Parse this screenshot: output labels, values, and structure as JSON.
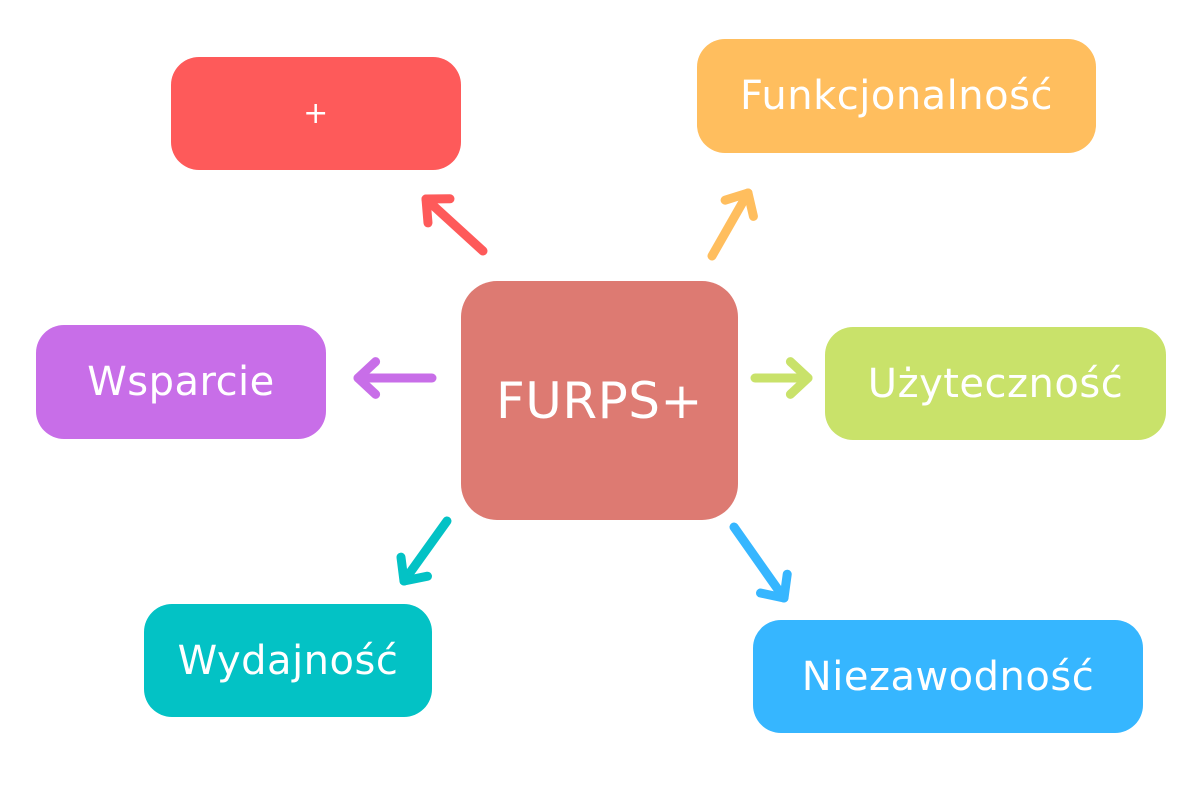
{
  "center": {
    "label": "FURPS+",
    "color": "#dd7a72"
  },
  "nodes": {
    "plus": {
      "label": "+",
      "color": "#fe5a5a"
    },
    "functional": {
      "label": "Funkcjonalność",
      "color": "#ffbe5e"
    },
    "support": {
      "label": "Wsparcie",
      "color": "#c86ee8"
    },
    "usability": {
      "label": "Użyteczność",
      "color": "#c9e26a"
    },
    "performance": {
      "label": "Wydajność",
      "color": "#03c2c5"
    },
    "reliability": {
      "label": "Niezawodność",
      "color": "#36b6ff"
    }
  }
}
